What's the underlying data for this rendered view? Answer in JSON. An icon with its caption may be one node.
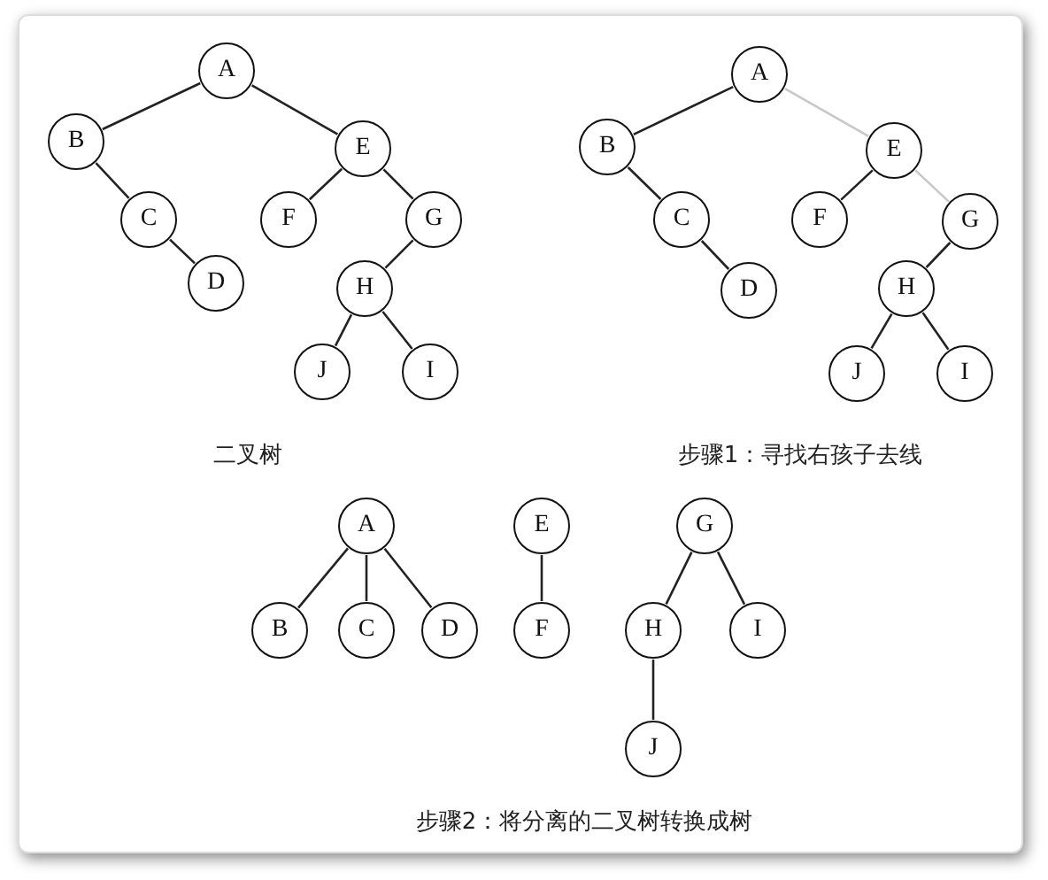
{
  "diagram": {
    "nodes": [
      {
        "text": [
          "A"
        ]
      },
      {
        "text": [
          "B"
        ]
      },
      {
        "text": [
          "C"
        ]
      },
      {
        "text": [
          "D"
        ]
      },
      {
        "text": [
          "E"
        ]
      },
      {
        "text": [
          "F"
        ]
      },
      {
        "text": [
          "G"
        ]
      },
      {
        "text": [
          "H"
        ]
      },
      {
        "text": [
          "J"
        ]
      },
      {
        "text": [
          "I"
        ]
      },
      {
        "text": [
          "A"
        ]
      },
      {
        "text": [
          "B"
        ]
      },
      {
        "text": [
          "C"
        ]
      },
      {
        "text": [
          "D"
        ]
      },
      {
        "text": [
          "E"
        ]
      },
      {
        "text": [
          "F"
        ]
      },
      {
        "text": [
          "G"
        ]
      },
      {
        "text": [
          "H"
        ]
      },
      {
        "text": [
          "J"
        ]
      },
      {
        "text": [
          "I"
        ]
      },
      {
        "text": [
          "A"
        ]
      },
      {
        "text": [
          "B"
        ]
      },
      {
        "text": [
          "C"
        ]
      },
      {
        "text": [
          "D"
        ]
      },
      {
        "text": [
          "E"
        ]
      },
      {
        "text": [
          "F"
        ]
      },
      {
        "text": [
          "G"
        ]
      },
      {
        "text": [
          "H"
        ]
      },
      {
        "text": [
          "I"
        ]
      },
      {
        "text": [
          "J"
        ]
      }
    ],
    "edges": [
      {
        "from": 0,
        "to": 1,
        "arrow": "none"
      },
      {
        "from": 1,
        "to": 2,
        "arrow": "none"
      },
      {
        "from": 2,
        "to": 3,
        "arrow": "none"
      },
      {
        "from": 0,
        "to": 4,
        "arrow": "none"
      },
      {
        "from": 4,
        "to": 5,
        "arrow": "none"
      },
      {
        "from": 4,
        "to": 6,
        "arrow": "none"
      },
      {
        "from": 6,
        "to": 7,
        "arrow": "none"
      },
      {
        "from": 7,
        "to": 8,
        "arrow": "none"
      },
      {
        "from": 7,
        "to": 9,
        "arrow": "none"
      },
      {
        "from": 10,
        "to": 11,
        "arrow": "none"
      },
      {
        "from": 11,
        "to": 12,
        "arrow": "none"
      },
      {
        "from": 12,
        "to": 13,
        "arrow": "none"
      },
      {
        "from": 10,
        "to": 14,
        "arrow": "none",
        "color": "#c8c8c8"
      },
      {
        "from": 14,
        "to": 15,
        "arrow": "none"
      },
      {
        "from": 14,
        "to": 16,
        "arrow": "none",
        "color": "#c8c8c8"
      },
      {
        "from": 16,
        "to": 17,
        "arrow": "none"
      },
      {
        "from": 17,
        "to": 18,
        "arrow": "none"
      },
      {
        "from": 17,
        "to": 19,
        "arrow": "none"
      },
      {
        "from": 20,
        "to": 21,
        "arrow": "none"
      },
      {
        "from": 20,
        "to": 22,
        "arrow": "none"
      },
      {
        "from": 20,
        "to": 23,
        "arrow": "none"
      },
      {
        "from": 24,
        "to": 25,
        "arrow": "none"
      },
      {
        "from": 26,
        "to": 27,
        "arrow": "none"
      },
      {
        "from": 26,
        "to": 28,
        "arrow": "none"
      },
      {
        "from": 27,
        "to": 29,
        "arrow": "none"
      }
    ],
    "labels": [
      "二叉树",
      "步骤1：寻找右孩子去线",
      "步骤2：将分离的二叉树转换成树"
    ]
  }
}
